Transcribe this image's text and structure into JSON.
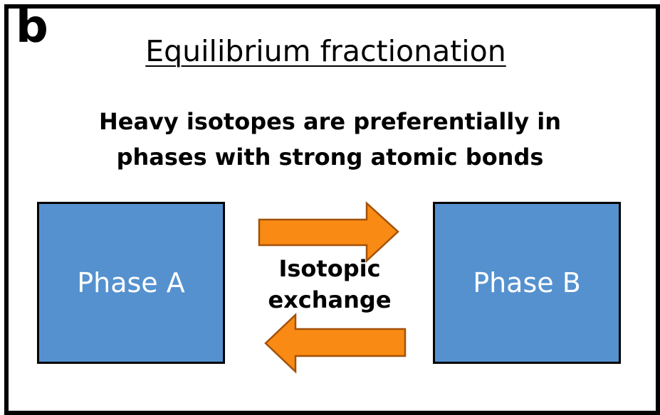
{
  "panel_label": "b",
  "title": "Equilibrium fractionation",
  "subtitle_lines": [
    "Heavy isotopes are preferentially in",
    "phases with strong atomic bonds"
  ],
  "phase_a": {
    "label": "Phase A"
  },
  "phase_b": {
    "label": "Phase B"
  },
  "exchange_lines": [
    "Isotopic",
    "exchange"
  ],
  "colors": {
    "box_fill": "#5591cf",
    "arrow_fill": "#f98a13",
    "arrow_stroke": "#a2520b",
    "frame": "#000000"
  }
}
